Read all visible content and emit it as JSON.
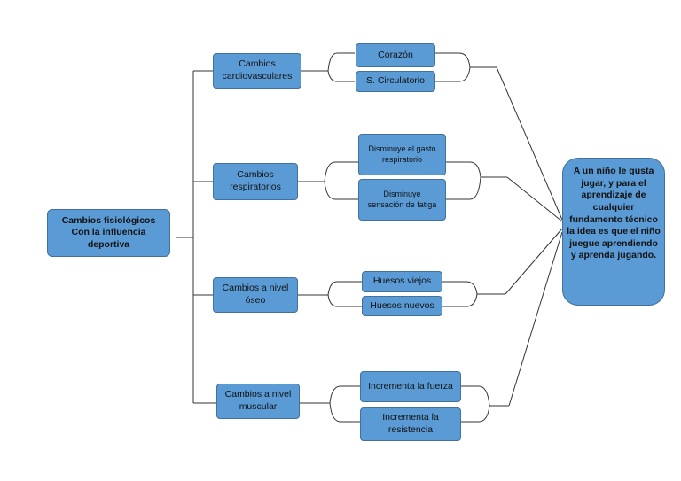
{
  "root": "Cambios fisiológicos\nCon la influencia\ndeportiva",
  "categories": [
    {
      "label": "Cambios\ncardiovasculares",
      "children": [
        "Corazón",
        "S. Circulatorio"
      ]
    },
    {
      "label": "Cambios\nrespiratorios",
      "children": [
        "Disminuye el gasto\nrespiratorio",
        "Disminuye\nsensación de fatiga"
      ]
    },
    {
      "label": "Cambios a nivel\nóseo",
      "children": [
        "Huesos viejos",
        "Huesos nuevos"
      ]
    },
    {
      "label": "Cambios a nivel\nmuscular",
      "children": [
        "Incrementa la fuerza",
        "Incrementa la\nresistencia"
      ]
    }
  ],
  "conclusion": "A un niño le gusta jugar, y para el aprendizaje de cualquier fundamento técnico la idea es que el niño juegue aprendiendo y aprenda jugando.",
  "colors": {
    "box_fill": "#5b9bd5",
    "box_border": "#41719c",
    "line": "#333333"
  }
}
